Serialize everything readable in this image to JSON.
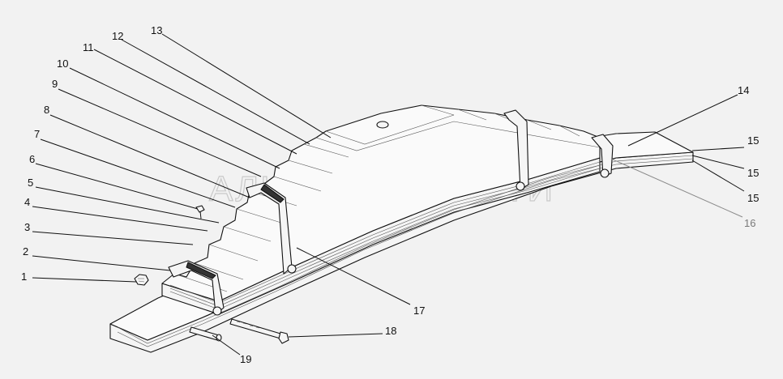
{
  "watermark": "АЛЬФА-ЗАПЧАСТИ",
  "callouts": [
    {
      "id": "1",
      "text": "1"
    },
    {
      "id": "2",
      "text": "2"
    },
    {
      "id": "3",
      "text": "3"
    },
    {
      "id": "4",
      "text": "4"
    },
    {
      "id": "5",
      "text": "5"
    },
    {
      "id": "6",
      "text": "6"
    },
    {
      "id": "7",
      "text": "7"
    },
    {
      "id": "8",
      "text": "8"
    },
    {
      "id": "9",
      "text": "9"
    },
    {
      "id": "10",
      "text": "10"
    },
    {
      "id": "11",
      "text": "11"
    },
    {
      "id": "12",
      "text": "12"
    },
    {
      "id": "13",
      "text": "13"
    },
    {
      "id": "14",
      "text": "14"
    },
    {
      "id": "15a",
      "text": "15"
    },
    {
      "id": "15b",
      "text": "15"
    },
    {
      "id": "15c",
      "text": "15"
    },
    {
      "id": "16",
      "text": "16"
    },
    {
      "id": "17",
      "text": "17"
    },
    {
      "id": "18",
      "text": "18"
    },
    {
      "id": "19",
      "text": "19"
    }
  ],
  "colors": {
    "line": "#111111",
    "background": "#f2f2f2",
    "label_grey": "#7a7a7a",
    "watermark": "#c9c9c9"
  }
}
